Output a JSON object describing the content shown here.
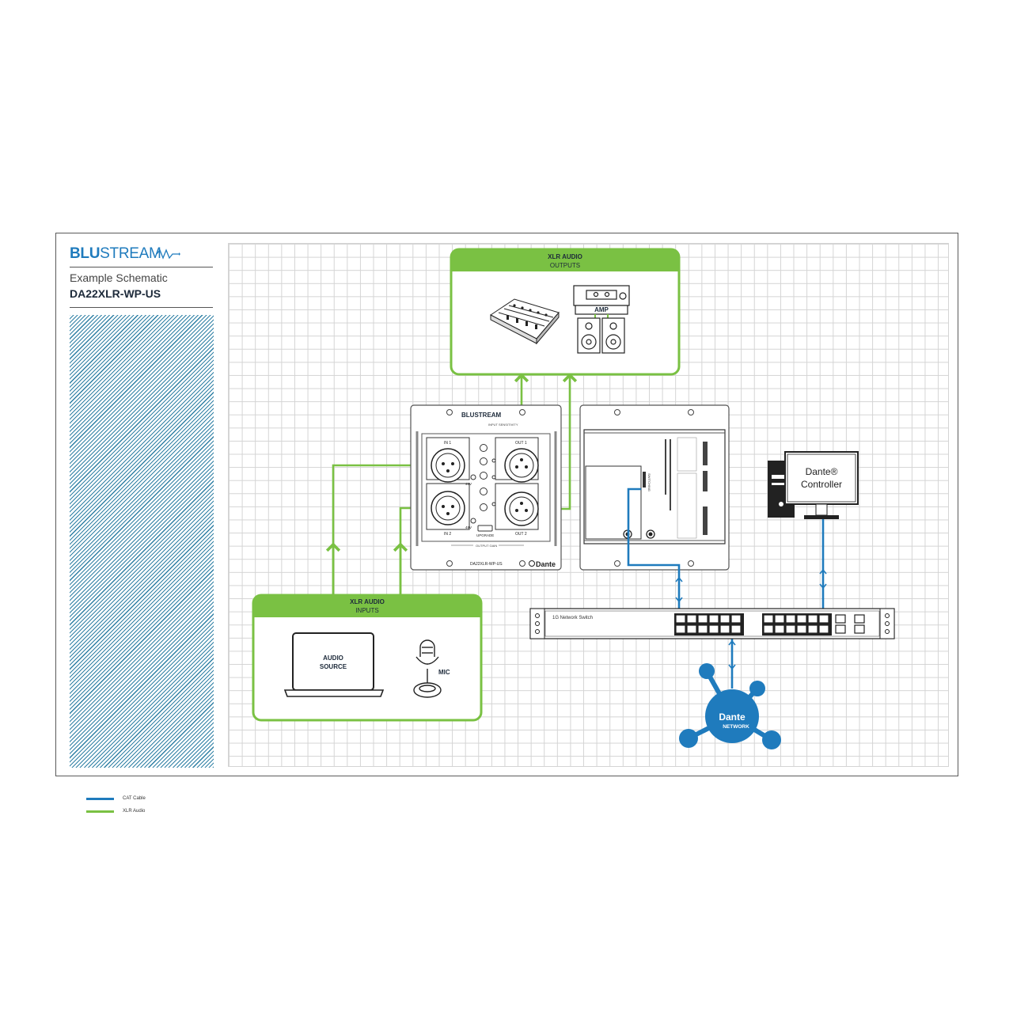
{
  "sidebar": {
    "brand_bold": "BLU",
    "brand_light": "STREAM",
    "subtitle": "Example Schematic",
    "model": "DA22XLR-WP-US",
    "legend": [
      {
        "label": "CAT Cable",
        "color": "#1f7bbd"
      },
      {
        "label": "XLR Audio",
        "color": "#7ac143"
      }
    ]
  },
  "outputs_box": {
    "title": "XLR AUDIO",
    "subtitle": "OUTPUTS",
    "amp_label": "AMP"
  },
  "inputs_box": {
    "title": "XLR AUDIO",
    "subtitle": "INPUTS",
    "audio_source_line1": "AUDIO",
    "audio_source_line2": "SOURCE",
    "mic_label": "MIC"
  },
  "front_plate": {
    "brand": "BLUSTREAM",
    "input_sensitivity": "INPUT SENSITIVITY",
    "in1": "IN 1",
    "in2": "IN 2",
    "out1": "OUT 1",
    "out2": "OUT 2",
    "phantom1": "48V",
    "phantom2": "48V",
    "upgrade": "UPGRADE",
    "output_gain": "OUTPUT GAIN",
    "model": "DA22XLR-WP-US",
    "dante": "Dante"
  },
  "rear_plate": {
    "switched_label": "SWITCHING"
  },
  "network_switch": {
    "label": "1G Network Switch"
  },
  "controller": {
    "line1": "Dante®",
    "line2": "Controller"
  },
  "dante_network": {
    "logo": "Dante",
    "label": "NETWORK"
  },
  "colors": {
    "cat_cable": "#1f7bbd",
    "xlr_audio": "#7ac143",
    "box_green": "#7ac143",
    "brand_blue": "#1f7bbd"
  }
}
